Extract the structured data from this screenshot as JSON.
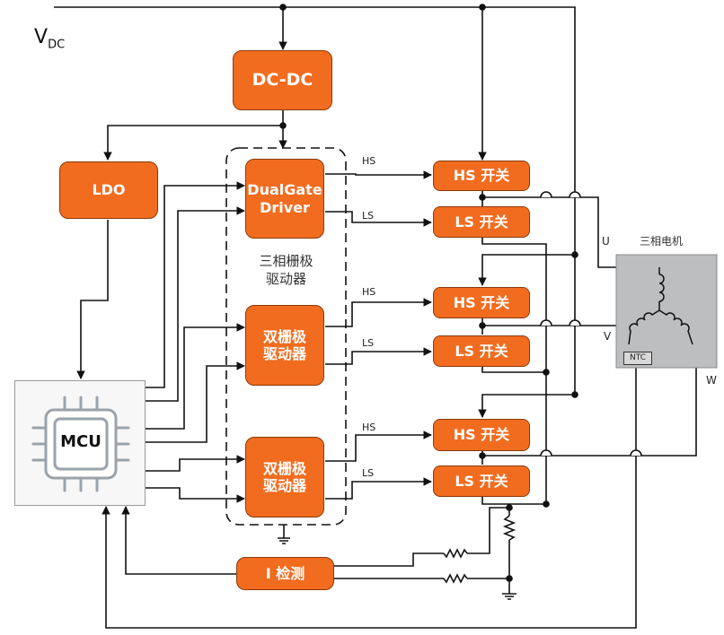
{
  "supply": {
    "label_main": "V",
    "label_sub": "DC"
  },
  "blocks": {
    "dcdc": "DC-DC",
    "ldo": "LDO",
    "dualgate": "DualGate Driver",
    "driver2": "双栅极\n驱动器",
    "driver3": "双栅极\n驱动器",
    "mcu": "MCU",
    "isense": "I 检测"
  },
  "group_label": "三相栅极\n驱动器",
  "switches": {
    "hs1": "HS 开关",
    "ls1": "LS 开关",
    "hs2": "HS 开关",
    "ls2": "LS 开关",
    "hs3": "HS 开关",
    "ls3": "LS 开关"
  },
  "wire_labels": {
    "hs1": "HS",
    "ls1": "LS",
    "hs2": "HS",
    "ls2": "LS",
    "hs3": "HS",
    "ls3": "LS"
  },
  "motor": {
    "title": "三相电机",
    "ntc": "NTC",
    "phase_u": "U",
    "phase_v": "V",
    "phase_w": "W"
  },
  "colors": {
    "block_fill": "#f26c1f",
    "block_border": "#8a3a0c",
    "wire": "#111111",
    "motor_fill": "#bdbec0",
    "mcu_icon": "#9aa3ab"
  }
}
